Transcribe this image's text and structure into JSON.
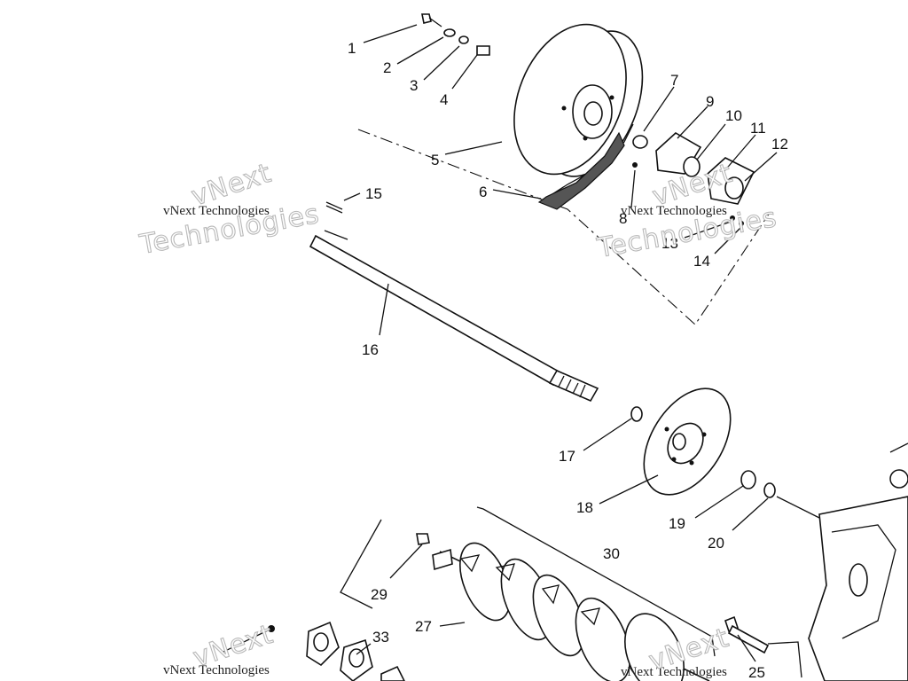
{
  "watermark": {
    "company": "vNext Technologies",
    "big_word_1": "vNext",
    "big_word_2": "Technologies"
  },
  "callouts": [
    "1",
    "2",
    "3",
    "4",
    "5",
    "6",
    "7",
    "8",
    "9",
    "10",
    "11",
    "12",
    "13",
    "14",
    "15",
    "16",
    "17",
    "18",
    "19",
    "20",
    "25",
    "27",
    "29",
    "30",
    "33"
  ]
}
